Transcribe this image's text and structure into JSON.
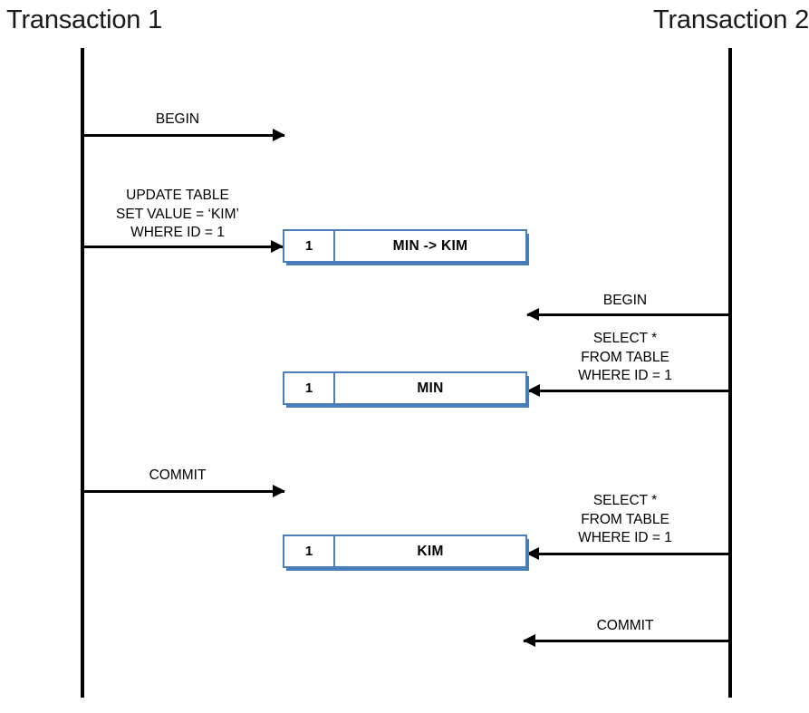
{
  "diagram": {
    "kind": "sequence-diagram",
    "background": "#ffffff",
    "line_color": "#000000",
    "box_border_color": "#4A7EBB"
  },
  "lifelines": [
    {
      "id": "t1",
      "title": "Transaction 1"
    },
    {
      "id": "t2",
      "title": "Transaction 2"
    }
  ],
  "messages": [
    {
      "id": "m1",
      "from": "t1",
      "direction": "right",
      "label": "BEGIN"
    },
    {
      "id": "m2",
      "from": "t1",
      "direction": "right",
      "label": "UPDATE TABLE\nSET VALUE = ‘KIM’\nWHERE ID = 1"
    },
    {
      "id": "m3",
      "from": "t2",
      "direction": "left",
      "label": "BEGIN"
    },
    {
      "id": "m4",
      "from": "t2",
      "direction": "left",
      "label": "SELECT *\nFROM TABLE\nWHERE ID = 1"
    },
    {
      "id": "m5",
      "from": "t1",
      "direction": "right",
      "label": "COMMIT"
    },
    {
      "id": "m6",
      "from": "t2",
      "direction": "left",
      "label": "SELECT *\nFROM TABLE\nWHERE ID = 1"
    },
    {
      "id": "m7",
      "from": "t2",
      "direction": "left",
      "label": "COMMIT"
    }
  ],
  "records": [
    {
      "id": "r1",
      "key": "1",
      "value": "MIN -> KIM"
    },
    {
      "id": "r2",
      "key": "1",
      "value": "MIN"
    },
    {
      "id": "r3",
      "key": "1",
      "value": "KIM"
    }
  ]
}
